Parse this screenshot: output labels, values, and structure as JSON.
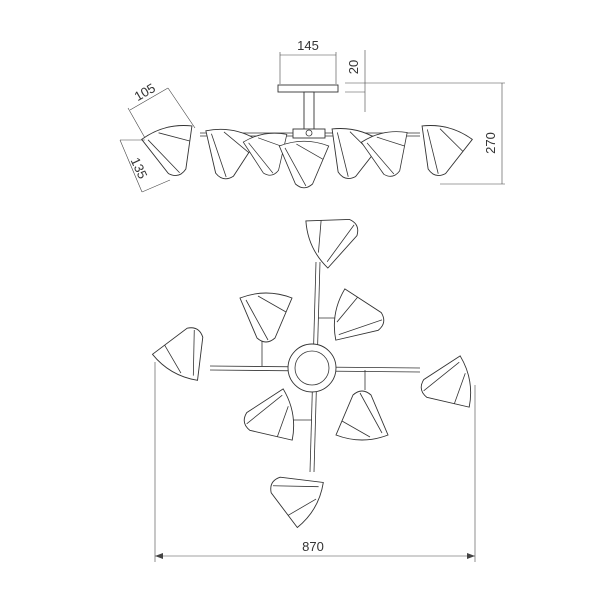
{
  "diagram": {
    "title": "Chandelier dimension drawing",
    "dimensions": {
      "canopy_width": "145",
      "canopy_height": "20",
      "shade_width": "105",
      "shade_height": "135",
      "total_height": "270",
      "total_width": "870"
    },
    "colors": {
      "line": "#333333",
      "background": "#ffffff"
    }
  }
}
